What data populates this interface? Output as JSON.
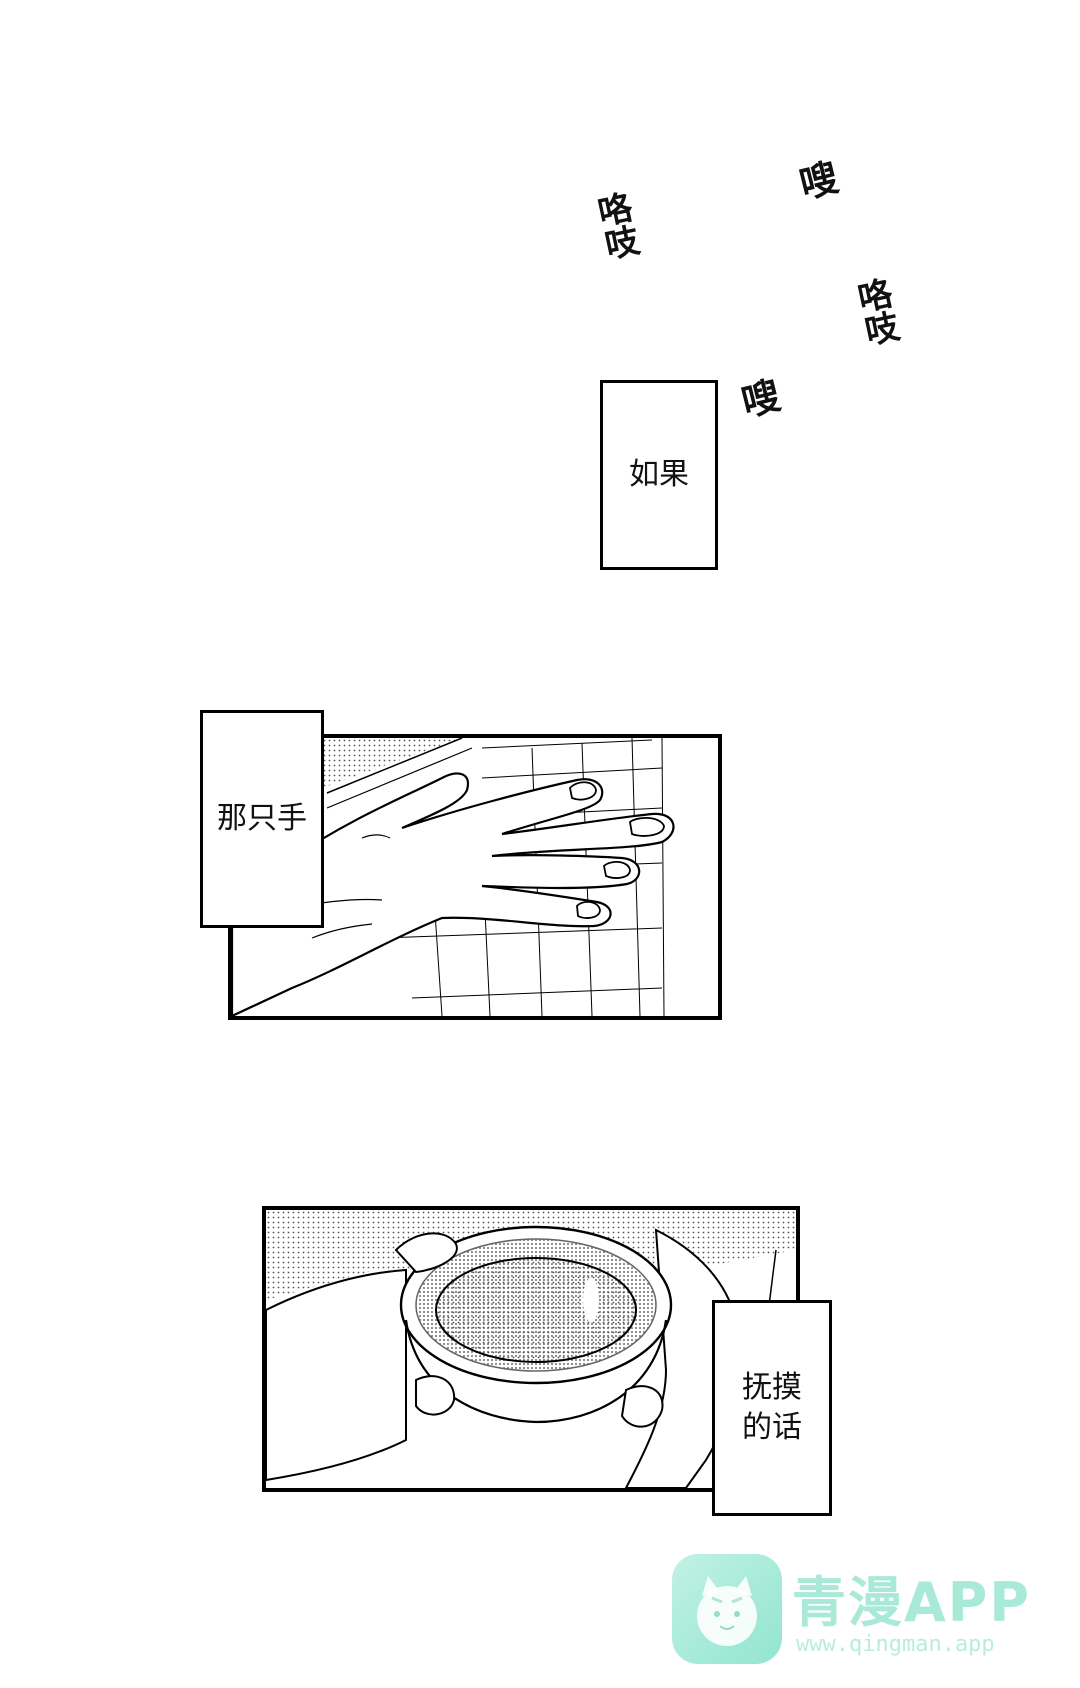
{
  "sfx": {
    "creak_1": "咯吱",
    "creak_2": "咯吱",
    "swish_1": "嗖",
    "swish_2": "嗖"
  },
  "captions": {
    "if": "如果",
    "that_hand": "那只手",
    "caress": "抚摸的话"
  },
  "watermark": {
    "title": "青漫APP",
    "url": "www.qingman.app"
  },
  "colors": {
    "ink": "#111111",
    "watermark": "#a9e9d8"
  }
}
